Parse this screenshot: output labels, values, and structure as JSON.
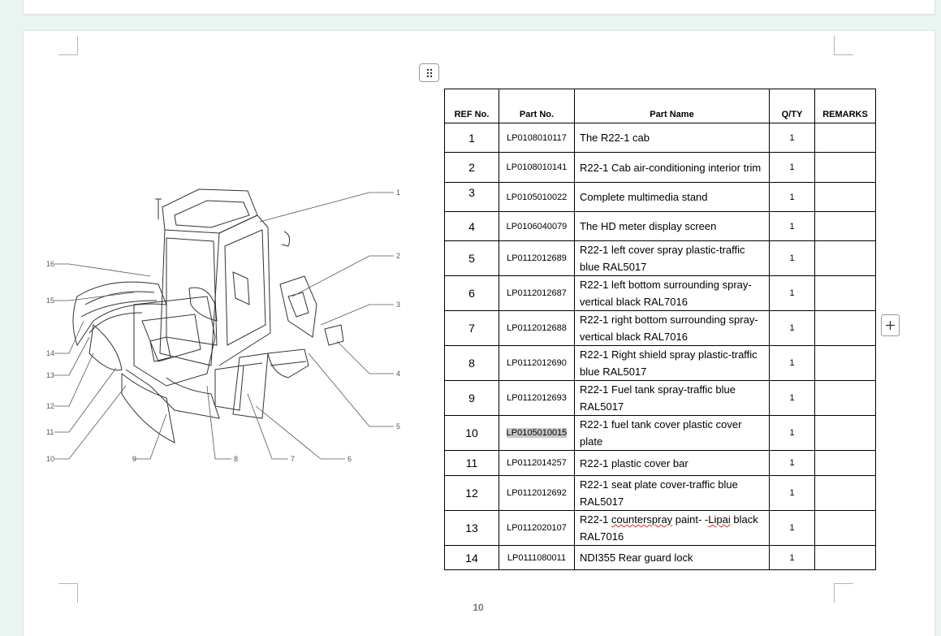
{
  "document": {
    "page_number": "10",
    "table": {
      "headers": [
        "REF No.",
        "Part No.",
        "Part Name",
        "Q/TY",
        "REMARKS"
      ],
      "rows": [
        {
          "ref": "1",
          "part_no": "LP0108010117",
          "name": "The R22-1 cab",
          "qty": "1",
          "remarks": ""
        },
        {
          "ref": "2",
          "part_no": "LP0108010141",
          "name": "R22-1 Cab air-conditioning interior trim",
          "qty": "1",
          "remarks": ""
        },
        {
          "ref": "3",
          "part_no": "LP0105010022",
          "name": "Complete multimedia stand",
          "qty": "1",
          "remarks": ""
        },
        {
          "ref": "4",
          "part_no": "LP0106040079",
          "name": "The HD meter display screen",
          "qty": "1",
          "remarks": ""
        },
        {
          "ref": "5",
          "part_no": "LP0112012689",
          "name": "R22-1 left cover spray plastic-traffic blue RAL5017",
          "qty": "1",
          "remarks": ""
        },
        {
          "ref": "6",
          "part_no": "LP0112012687",
          "name": "R22-1 left bottom surrounding spray-vertical black RAL7016",
          "qty": "1",
          "remarks": ""
        },
        {
          "ref": "7",
          "part_no": "LP0112012688",
          "name": "R22-1 right bottom surrounding spray-vertical black RAL7016",
          "qty": "1",
          "remarks": ""
        },
        {
          "ref": "8",
          "part_no": "LP0112012690",
          "name": "R22-1 Right shield spray plastic-traffic blue RAL5017",
          "qty": "1",
          "remarks": ""
        },
        {
          "ref": "9",
          "part_no": "LP0112012693",
          "name": "R22-1 Fuel tank spray-traffic blue RAL5017",
          "qty": "1",
          "remarks": ""
        },
        {
          "ref": "10",
          "part_no": "LP0105010015",
          "name": "R22-1 fuel tank cover plastic cover plate",
          "qty": "1",
          "remarks": ""
        },
        {
          "ref": "11",
          "part_no": "LP0112014257",
          "name": "R22-1 plastic cover bar",
          "qty": "1",
          "remarks": ""
        },
        {
          "ref": "12",
          "part_no": "LP0112012692",
          "name": "R22-1 seat plate cover-traffic blue RAL5017",
          "qty": "1",
          "remarks": ""
        },
        {
          "ref": "13",
          "part_no": "LP0112020107",
          "name_parts": [
            "R22-1 ",
            "counterspray",
            " paint- -",
            "Lipai",
            " black RAL7016"
          ],
          "qty": "1",
          "remarks": ""
        },
        {
          "ref": "14",
          "part_no": "LP0111080011",
          "name": "NDI355 Rear guard lock",
          "qty": "1",
          "remarks": ""
        }
      ]
    },
    "diagram": {
      "callouts": [
        "1",
        "2",
        "3",
        "4",
        "5",
        "6",
        "7",
        "8",
        "9",
        "10",
        "11",
        "12",
        "13",
        "14",
        "15",
        "16"
      ]
    }
  },
  "icons": {
    "drag_handle": "drag-handle-icon",
    "add": "plus-icon"
  }
}
